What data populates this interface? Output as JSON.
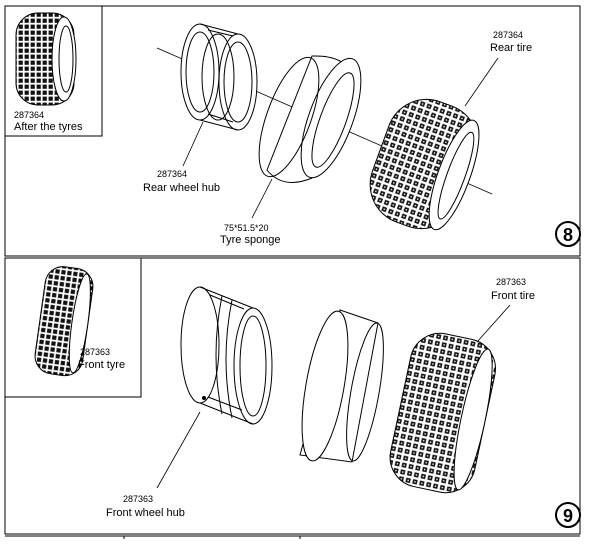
{
  "panel_8": {
    "inset_part_no": "287364",
    "inset_label": "After the tyres",
    "hub_part_no": "287364",
    "hub_label": "Rear wheel hub",
    "sponge_size": "75*51.5*20",
    "sponge_label": "Tyre sponge",
    "tire_part_no": "287364",
    "tire_label": "Rear tire",
    "step_number": "8"
  },
  "panel_9": {
    "inset_part_no": "287363",
    "inset_label": "Front tyre",
    "hub_part_no": "287363",
    "hub_label": "Front wheel hub",
    "tire_part_no": "287363",
    "tire_label": "Front tire",
    "step_number": "9"
  }
}
